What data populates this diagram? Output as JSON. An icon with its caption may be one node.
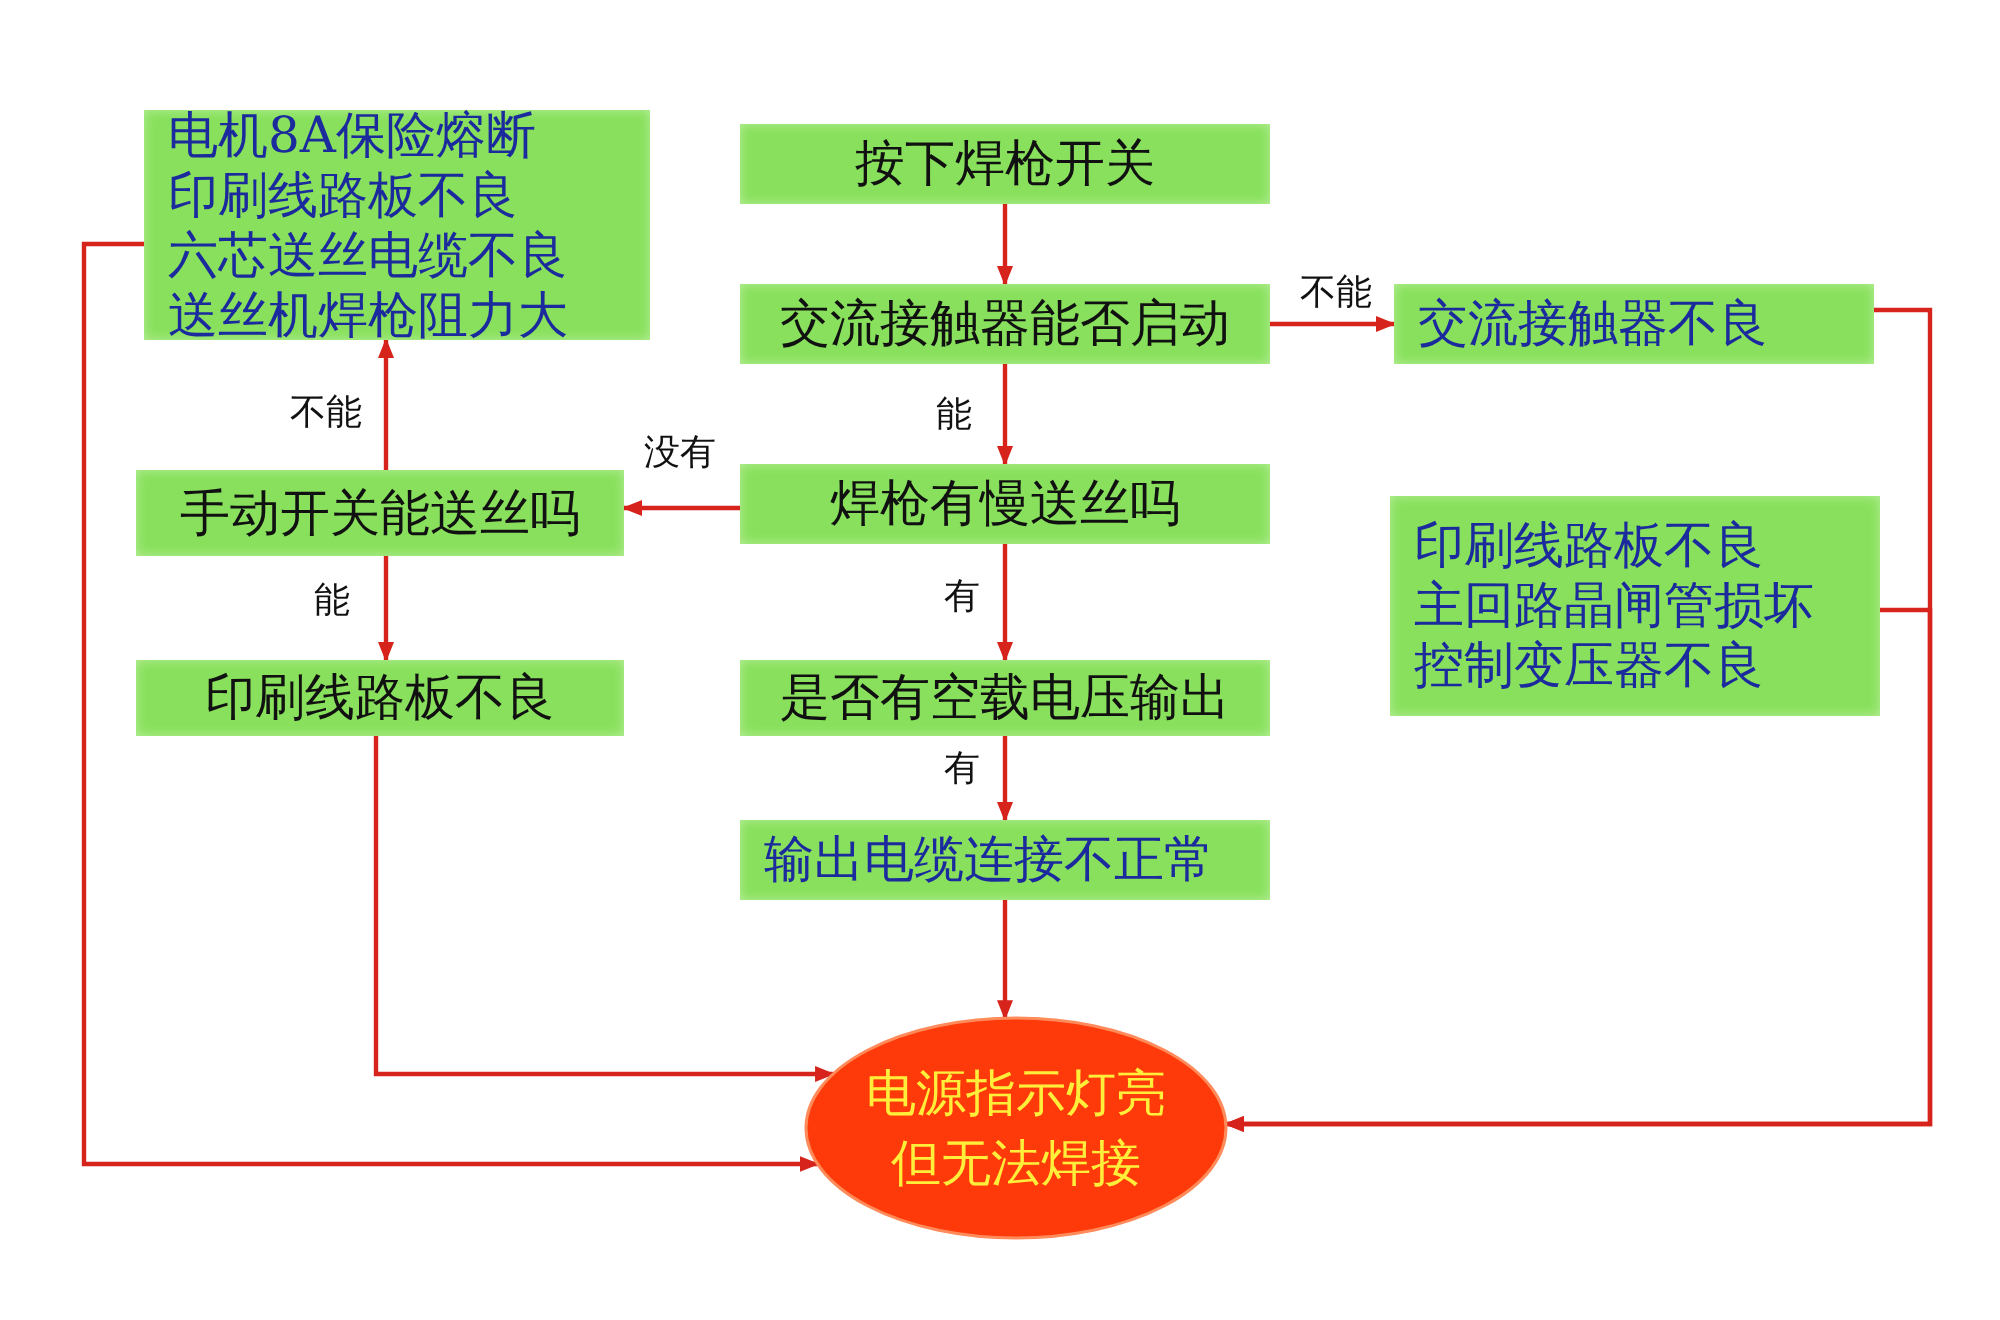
{
  "diagram": {
    "nodes": [
      {
        "text": [
          "电机8A保险熔断印刷线路板不良六芯送丝电缆不良送丝机焊枪阻力大"
        ]
      },
      {
        "text": [
          "按下焊枪开关"
        ]
      },
      {
        "text": [
          "交流接触器能否启动"
        ]
      },
      {
        "text": [
          "交流接触器不良"
        ]
      },
      {
        "text": [
          "手动开关能送丝吗"
        ]
      },
      {
        "text": [
          "焊枪有慢送丝吗"
        ]
      },
      {
        "text": [
          "印刷线路板不良主回路晶闸管损坏控制变压器不良"
        ]
      },
      {
        "text": [
          "印刷线路板不良"
        ]
      },
      {
        "text": [
          "是否有空载电压输出"
        ]
      },
      {
        "text": [
          "输出电缆连接不正常"
        ]
      },
      {
        "text": [
          "电源指示灯亮但无法焊接"
        ]
      }
    ],
    "edges": [
      {
        "from": 1,
        "to": 2,
        "arrow": "to"
      },
      {
        "from": 2,
        "to": 3,
        "arrow": "to",
        "label": "不能"
      },
      {
        "from": 2,
        "to": 5,
        "arrow": "to",
        "label": "能"
      },
      {
        "from": 5,
        "to": 4,
        "arrow": "to",
        "label": "没有"
      },
      {
        "from": 4,
        "to": 0,
        "arrow": "to",
        "label": "不能"
      },
      {
        "from": 4,
        "to": 7,
        "arrow": "to",
        "label": "能"
      },
      {
        "from": 5,
        "to": 8,
        "arrow": "to",
        "label": "有"
      },
      {
        "from": 8,
        "to": 9,
        "arrow": "to",
        "label": "有"
      },
      {
        "from": 9,
        "to": 10,
        "arrow": "to"
      },
      {
        "from": 7,
        "to": 10,
        "arrow": "to"
      },
      {
        "from": 0,
        "to": 10,
        "arrow": "to"
      },
      {
        "from": 3,
        "to": 10,
        "arrow": "to"
      },
      {
        "from": 6,
        "to": 10,
        "arrow": "to"
      }
    ]
  }
}
